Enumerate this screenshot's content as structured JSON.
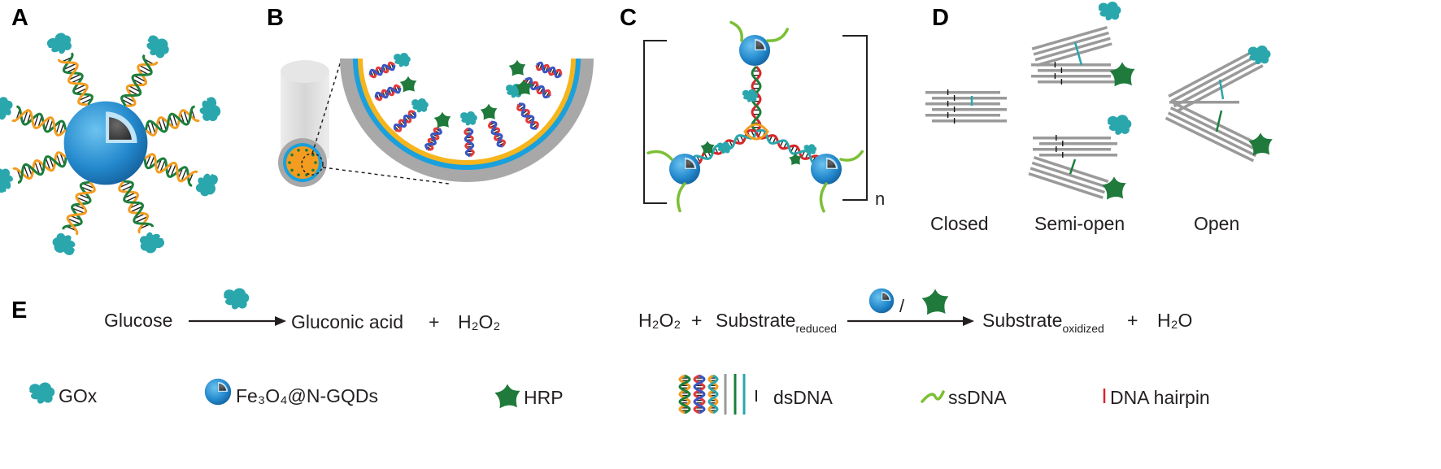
{
  "panels": {
    "a": "A",
    "b": "B",
    "c": "C",
    "d": "D",
    "e": "E"
  },
  "panel_c": {
    "repeat_label": "n"
  },
  "panel_d": {
    "states": [
      "Closed",
      "Semi-open",
      "Open"
    ]
  },
  "reaction_1": {
    "reactant": "Glucose",
    "product": "Gluconic acid",
    "plus": "+",
    "byproduct": "H₂O₂"
  },
  "reaction_2": {
    "reactant": "H₂O₂",
    "plus_1": "+",
    "substrate": "Substrate",
    "substrate_sub": "reduced",
    "catalyst_separator": "/",
    "product": "Substrate",
    "product_sub": "oxidized",
    "plus_2": "+",
    "byproduct": "H₂O"
  },
  "legend": [
    {
      "label": "GOx",
      "icon": "gox-enzyme-icon"
    },
    {
      "label": "Fe₃O₄@N-GQDs",
      "icon": "nanoparticle-icon"
    },
    {
      "label": "HRP",
      "icon": "hrp-enzyme-icon"
    },
    {
      "label": "dsDNA",
      "icon": "dsdna-icon"
    },
    {
      "label": "ssDNA",
      "icon": "ssdna-icon"
    },
    {
      "label": "DNA hairpin",
      "icon": "hairpin-icon"
    }
  ],
  "colors": {
    "gox": "#2aa6ad",
    "hrp": "#1f7a3c",
    "particle": "#2b8fd0",
    "particle_core": "#4a4a4a",
    "orange": "#f39c1f",
    "green_dna": "#1b7f3b",
    "yellow": "#f6b51c",
    "blue": "#1aa0dc",
    "gray": "#a8a8a8",
    "ssdna": "#7cbf35",
    "hairpin": "#d8262b"
  }
}
